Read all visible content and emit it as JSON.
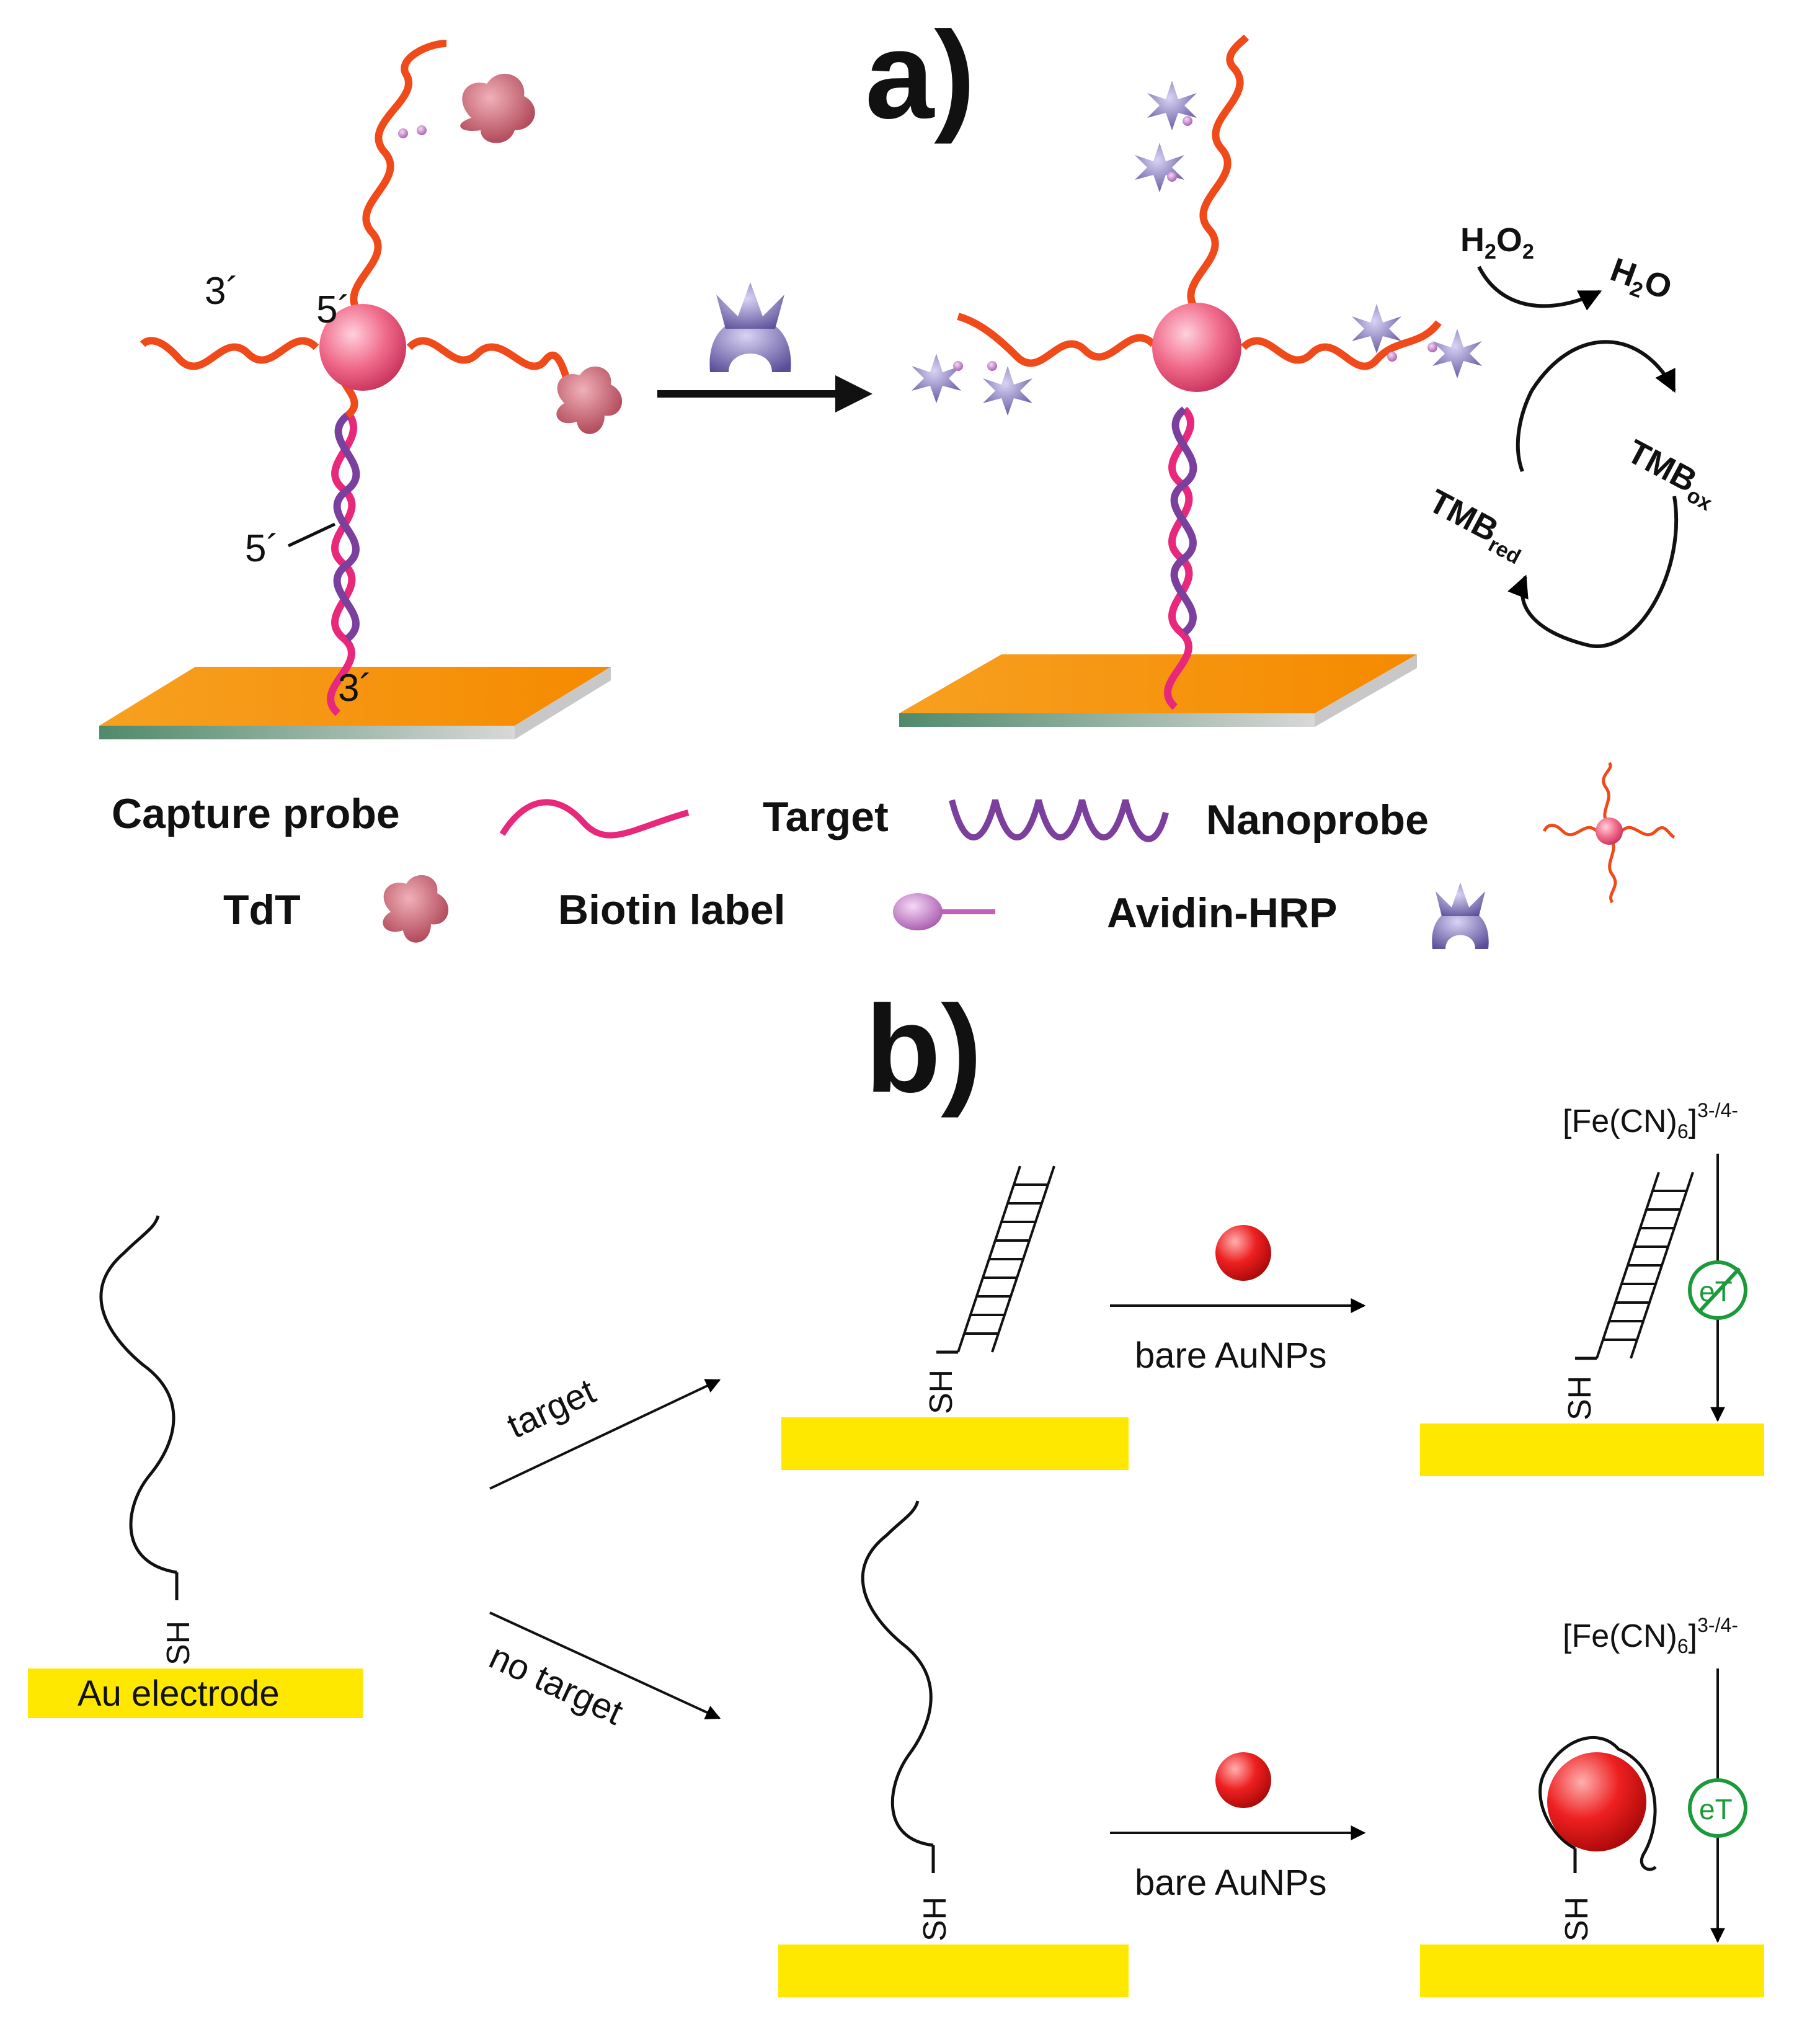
{
  "panel_a": {
    "tag": "a)",
    "end_labels": {
      "three_prime": "3´",
      "five_prime": "5´"
    },
    "cycle": {
      "h2o2": "H",
      "h2o2_sub": "2",
      "h2o2_tail": "O",
      "h2o2_sub2": "2",
      "h2o": "H",
      "h2o_sub": "2",
      "h2o_tail": "O",
      "tmb_ox": "TMB",
      "tmb_ox_sub": "ox",
      "tmb_red": "TMB",
      "tmb_red_sub": "red"
    },
    "legend": {
      "capture_probe": "Capture probe",
      "target": "Target",
      "nanoprobe": "Nanoprobe",
      "tdt": "TdT",
      "biotin_label": "Biotin label",
      "avidin_hrp": "Avidin-HRP"
    },
    "colors": {
      "capture_probe": "#e8287a",
      "target": "#7b3f9e",
      "nanoprobe": "#f04a1a",
      "gold_np": "#f06a8a",
      "surface": "#f59a10",
      "surface_edge": "#5e8a6e",
      "tdt": "#b04a5a",
      "biotin": "#c880c8",
      "avidin": "#7a70b8"
    }
  },
  "panel_b": {
    "tag": "b)",
    "electrode_label": "Au electrode",
    "thiol": "SH",
    "arrow_target": "target",
    "arrow_no_target": "no target",
    "reagent": "bare AuNPs",
    "redox": "[Fe(CN)",
    "redox_sub": "6",
    "redox_sup": "3-/4-",
    "et": "eT",
    "colors": {
      "electrode": "#ffe800",
      "et_circle": "#1a9a3a",
      "aunp": "#e82020"
    }
  }
}
